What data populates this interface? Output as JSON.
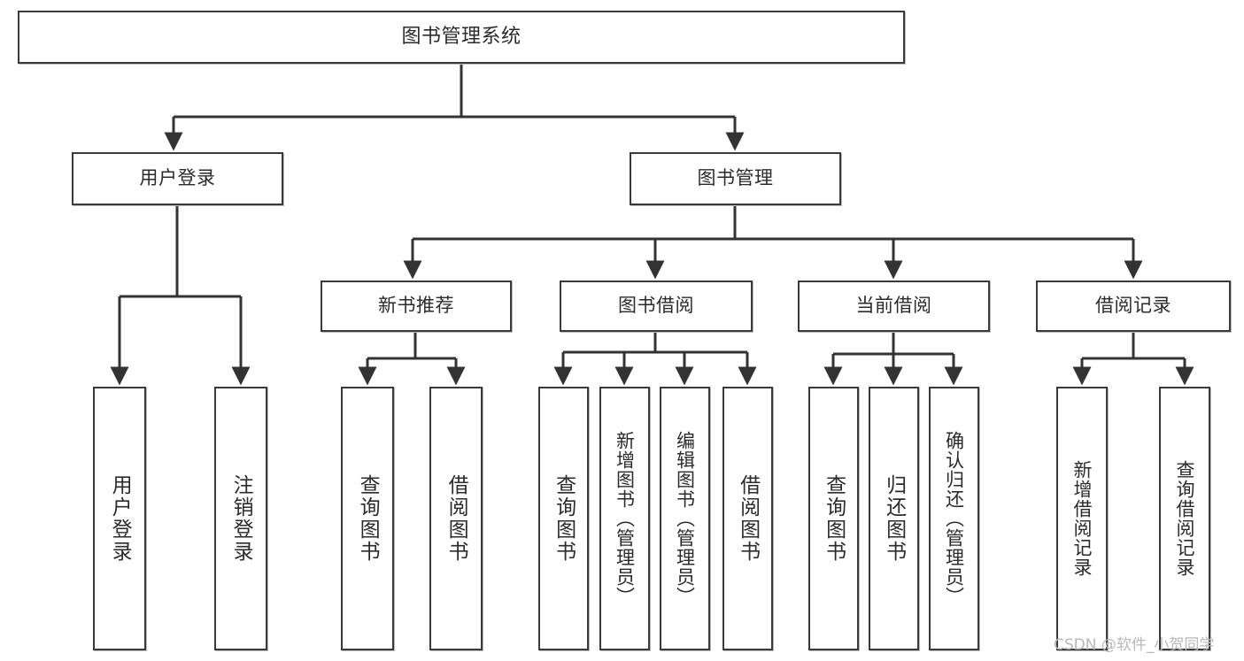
{
  "diagram": {
    "title": "图书管理系统",
    "type": "tree",
    "watermark": "CSDN @软件_小贺同学",
    "colors": {
      "border": "#3a3a3a",
      "background": "#ffffff",
      "text": "#2b2b2b",
      "edge": "#333333",
      "watermark": "#b9b9b9"
    },
    "nodes": {
      "root": {
        "label": "图书管理系统"
      },
      "level2": [
        {
          "label": "用户登录"
        },
        {
          "label": "图书管理"
        }
      ],
      "level3": [
        {
          "label": "新书推荐"
        },
        {
          "label": "图书借阅"
        },
        {
          "label": "当前借阅"
        },
        {
          "label": "借阅记录"
        }
      ],
      "leaves": {
        "user_login": [
          {
            "label": "用户登录"
          },
          {
            "label": "注销登录"
          }
        ],
        "new_book": [
          {
            "label": "查询图书"
          },
          {
            "label": "借阅图书"
          }
        ],
        "book_borrow": [
          {
            "label": "查询图书"
          },
          {
            "label": "新增图书（管理员）"
          },
          {
            "label": "编辑图书（管理员）"
          },
          {
            "label": "借阅图书"
          }
        ],
        "current_borrow": [
          {
            "label": "查询图书"
          },
          {
            "label": "归还图书"
          },
          {
            "label": "确认归还（管理员）"
          }
        ],
        "borrow_record": [
          {
            "label": "新增借阅记录"
          },
          {
            "label": "查询借阅记录"
          }
        ]
      }
    }
  }
}
